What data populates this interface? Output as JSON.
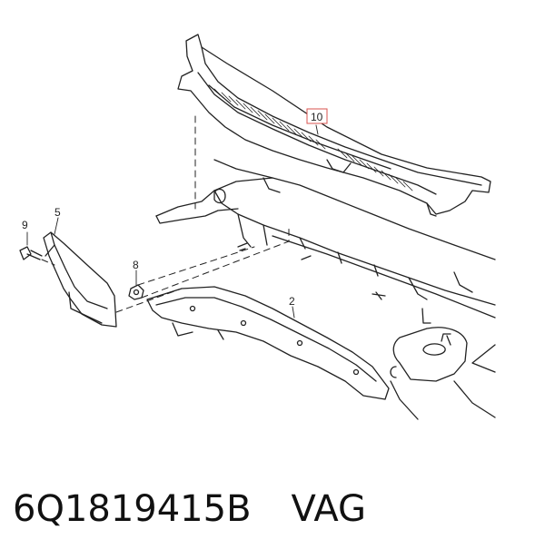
{
  "callouts": {
    "c10": "10",
    "c9": "9",
    "c5": "5",
    "c8": "8",
    "c2": "2"
  },
  "caption": {
    "part_number": "6Q1819415B",
    "brand": "VAG"
  },
  "colors": {
    "line": "#222222",
    "highlight_box": "#d9534f",
    "background": "#ffffff"
  }
}
